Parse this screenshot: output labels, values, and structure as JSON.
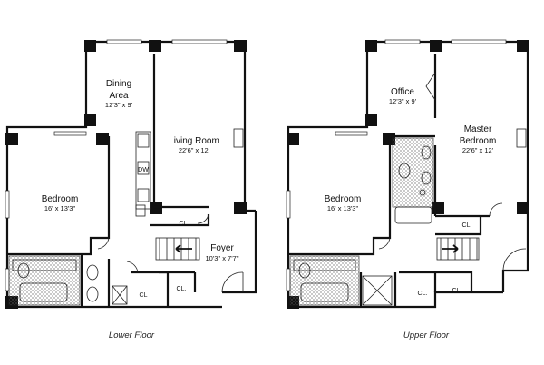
{
  "lower_floor": {
    "caption": "Lower Floor",
    "rooms": [
      {
        "key": "dining",
        "name_line1": "Dining",
        "name_line2": "Area",
        "dims": "12'3\" x 9'"
      },
      {
        "key": "living",
        "name_line1": "Living Room",
        "dims": "22'6\" x 12'"
      },
      {
        "key": "bedroom",
        "name_line1": "Bedroom",
        "dims": "16' x 13'3\""
      },
      {
        "key": "foyer",
        "name_line1": "Foyer",
        "dims": "10'3\" x 7'7\""
      }
    ],
    "closets": [
      "CL",
      "CL",
      "CL."
    ],
    "appliance_label": "DW"
  },
  "upper_floor": {
    "caption": "Upper Floor",
    "rooms": [
      {
        "key": "office",
        "name_line1": "Office",
        "dims": "12'3\" x 9'"
      },
      {
        "key": "master",
        "name_line1": "Master",
        "name_line2": "Bedroom",
        "dims": "22'6\" x 12'"
      },
      {
        "key": "bedroom",
        "name_line1": "Bedroom",
        "dims": "16' x 13'3\""
      }
    ],
    "closets": [
      "CL",
      "CL.",
      "CL."
    ]
  }
}
